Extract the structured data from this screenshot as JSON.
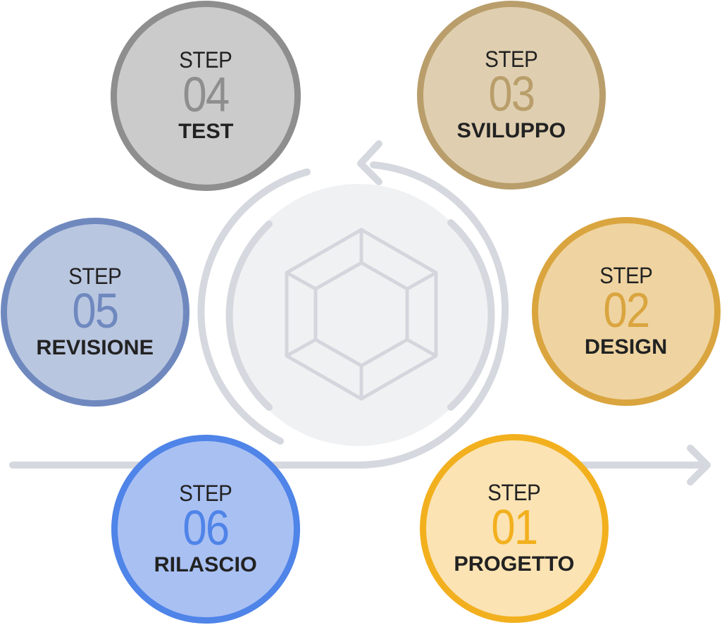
{
  "steps": [
    {
      "label": "STEP",
      "number": "01",
      "name": "PROGETTO",
      "fill": "#fbe3b3",
      "border": "#f2b01e",
      "number_color": "#f2b01e"
    },
    {
      "label": "STEP",
      "number": "02",
      "name": "DESIGN",
      "fill": "#efd4a1",
      "border": "#daa53f",
      "number_color": "#daa53f"
    },
    {
      "label": "STEP",
      "number": "03",
      "name": "SVILUPPO",
      "fill": "#dfcfb0",
      "border": "#b99e6b",
      "number_color": "#b99e6b"
    },
    {
      "label": "STEP",
      "number": "04",
      "name": "TEST",
      "fill": "#cbcbcb",
      "border": "#8e8e8e",
      "number_color": "#8e8e8e"
    },
    {
      "label": "STEP",
      "number": "05",
      "name": "REVISIONE",
      "fill": "#b9c6e0",
      "border": "#6f89bf",
      "number_color": "#6f89bf"
    },
    {
      "label": "STEP",
      "number": "06",
      "name": "RILASCIO",
      "fill": "#a9c0f3",
      "border": "#4f84e8",
      "number_color": "#4f84e8"
    }
  ],
  "center_icon": "hexagon-gem-icon",
  "colors": {
    "track": "#d5d8de",
    "center_fill": "#f0f1f3",
    "hexagon_stroke": "#d3d6dc"
  }
}
